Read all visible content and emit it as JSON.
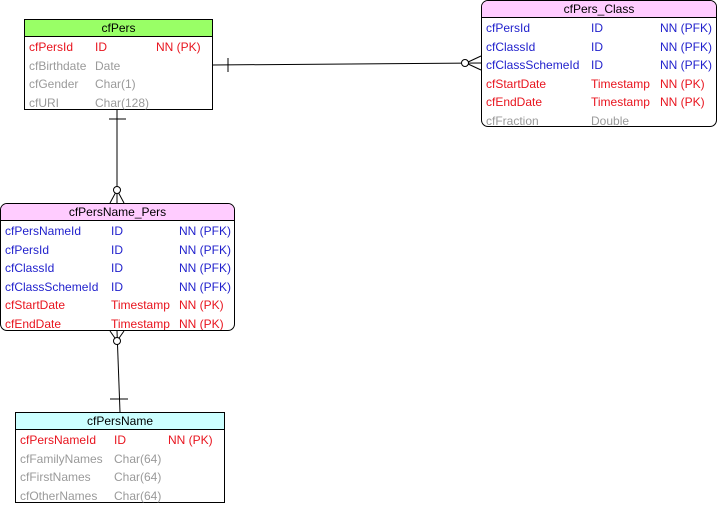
{
  "entities": [
    {
      "name": "cfPers",
      "header_color": "#99ff66",
      "attributes": [
        {
          "name": "cfPersId",
          "type": "ID",
          "constraint": "NN (PK)",
          "kind": "key"
        },
        {
          "name": "cfBirthdate",
          "type": "Date",
          "constraint": "",
          "kind": "attr"
        },
        {
          "name": "cfGender",
          "type": "Char(1)",
          "constraint": "",
          "kind": "attr"
        },
        {
          "name": "cfURI",
          "type": "Char(128)",
          "constraint": "",
          "kind": "attr"
        }
      ]
    },
    {
      "name": "cfPers_Class",
      "header_color": "#ffccff",
      "attributes": [
        {
          "name": "cfPersId",
          "type": "ID",
          "constraint": "NN (PFK)",
          "kind": "fk"
        },
        {
          "name": "cfClassId",
          "type": "ID",
          "constraint": "NN (PFK)",
          "kind": "fk"
        },
        {
          "name": "cfClassSchemeId",
          "type": "ID",
          "constraint": "NN (PFK)",
          "kind": "fk"
        },
        {
          "name": "cfStartDate",
          "type": "Timestamp",
          "constraint": "NN (PK)",
          "kind": "key"
        },
        {
          "name": "cfEndDate",
          "type": "Timestamp",
          "constraint": "NN (PK)",
          "kind": "key"
        },
        {
          "name": "cfFraction",
          "type": "Double",
          "constraint": "",
          "kind": "attr"
        }
      ]
    },
    {
      "name": "cfPersName_Pers",
      "header_color": "#ffccff",
      "attributes": [
        {
          "name": "cfPersNameId",
          "type": "ID",
          "constraint": "NN (PFK)",
          "kind": "fk"
        },
        {
          "name": "cfPersId",
          "type": "ID",
          "constraint": "NN (PFK)",
          "kind": "fk"
        },
        {
          "name": "cfClassId",
          "type": "ID",
          "constraint": "NN (PFK)",
          "kind": "fk"
        },
        {
          "name": "cfClassSchemeId",
          "type": "ID",
          "constraint": "NN (PFK)",
          "kind": "fk"
        },
        {
          "name": "cfStartDate",
          "type": "Timestamp",
          "constraint": "NN (PK)",
          "kind": "key"
        },
        {
          "name": "cfEndDate",
          "type": "Timestamp",
          "constraint": "NN (PK)",
          "kind": "key"
        }
      ]
    },
    {
      "name": "cfPersName",
      "header_color": "#ccffff",
      "attributes": [
        {
          "name": "cfPersNameId",
          "type": "ID",
          "constraint": "NN (PK)",
          "kind": "key"
        },
        {
          "name": "cfFamilyNames",
          "type": "Char(64)",
          "constraint": "",
          "kind": "attr"
        },
        {
          "name": "cfFirstNames",
          "type": "Char(64)",
          "constraint": "",
          "kind": "attr"
        },
        {
          "name": "cfOtherNames",
          "type": "Char(64)",
          "constraint": "",
          "kind": "attr"
        }
      ]
    }
  ],
  "relationships": [
    {
      "from": "cfPers",
      "to": "cfPers_Class",
      "from_end": "one",
      "to_end": "zero-or-many"
    },
    {
      "from": "cfPers",
      "to": "cfPersName_Pers",
      "from_end": "one",
      "to_end": "zero-or-many"
    },
    {
      "from": "cfPersName",
      "to": "cfPersName_Pers",
      "from_end": "one",
      "to_end": "zero-or-many"
    }
  ],
  "colors": {
    "key": "#e8141e",
    "foreign_key": "#1f1fcc",
    "attribute": "#9a9a9a",
    "line": "#000000"
  }
}
